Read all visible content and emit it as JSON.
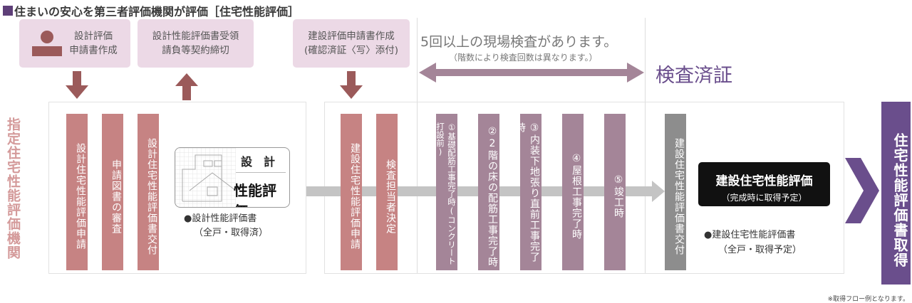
{
  "title": "住まいの安心を第三者評価機関が評価［住宅性能評価］",
  "top_boxes": [
    {
      "text": "設計評価\n申請書作成",
      "icon": "person-icon"
    },
    {
      "text": "設計性能評価書受領\n請負等契約締切"
    },
    {
      "text": "建設評価申請書作成\n(確認済証〈写〉添付)"
    }
  ],
  "inspection": {
    "heading": "5回以上の現場検査があります。",
    "note": "（階数により検査回数は異なります。）",
    "certificate": "検査済証"
  },
  "agency_label": "指定住宅性能評価機関",
  "design_bars": [
    "設計住宅性能評価申請",
    "申請図書の審査",
    "設計住宅性能評価書交付"
  ],
  "design_badge": {
    "top": "設　計",
    "bottom": "性能評価",
    "caption1": "●設計性能評価書",
    "caption2": "（全戸・取得済）"
  },
  "construction_bars": [
    "建設住宅性能評価申請",
    "検査担当者決定"
  ],
  "inspections": [
    "①基礎配筋工事完了時(コンクリート打設前)",
    "②2階の床の配筋工事完了時",
    "③内装下地張り直前工事完了時",
    "④屋根工事完了時",
    "⑤竣工時"
  ],
  "final_bar": "建設住宅性能評価書交付",
  "result_box": {
    "title": "建設住宅性能評価",
    "sub": "（完成時に取得予定）",
    "caption1": "●建設住宅性能評価書",
    "caption2": "（全戸・取得予定）"
  },
  "final_label": "住宅性能評価書取得",
  "footnote": "※取得フロー例となります。",
  "colors": {
    "pink": "#c68383",
    "mauve": "#a48598",
    "purple": "#6a4e8c",
    "arrow": "#9b5a5a"
  }
}
